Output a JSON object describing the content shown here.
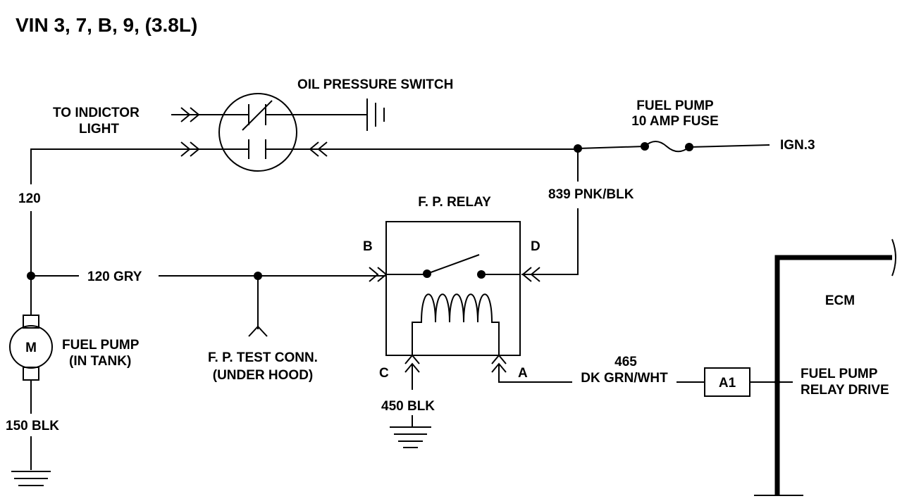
{
  "title": "VIN 3, 7, B, 9, (3.8L)",
  "labels": {
    "oil_pressure_switch": "OIL PRESSURE SWITCH",
    "to_indicator_line1": "TO INDICTOR",
    "to_indicator_line2": "LIGHT",
    "fuse_line1": "FUEL PUMP",
    "fuse_line2": "10 AMP FUSE",
    "ign": "IGN.3",
    "wire_120": "120",
    "wire_839": "839 PNK/BLK",
    "relay_title": "F. P. RELAY",
    "relay_b": "B",
    "relay_d": "D",
    "relay_c": "C",
    "relay_a": "A",
    "wire_120gry": "120 GRY",
    "motor_m": "M",
    "fuel_pump_line1": "FUEL PUMP",
    "fuel_pump_line2": "(IN TANK)",
    "test_conn_line1": "F. P. TEST CONN.",
    "test_conn_line2": "(UNDER HOOD)",
    "wire_450": "450 BLK",
    "wire_150": "150 BLK",
    "wire_465_line1": "465",
    "wire_465_line2": "DK GRN/WHT",
    "terminal_a1": "A1",
    "ecm": "ECM",
    "relay_drive_line1": "FUEL PUMP",
    "relay_drive_line2": "RELAY DRIVE"
  }
}
